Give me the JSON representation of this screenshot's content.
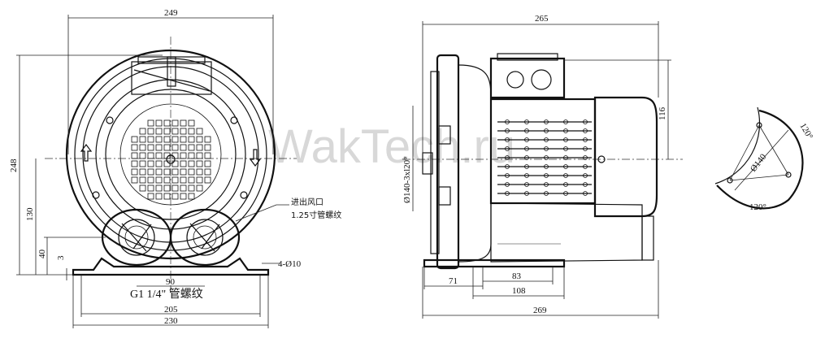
{
  "watermark": "WakTech.ru",
  "front_view": {
    "dim_width_top": "249",
    "dim_height": "248",
    "dim_130": "130",
    "dim_40": "40",
    "dim_3": "3",
    "dim_90": "90",
    "dim_205": "205",
    "dim_230": "230",
    "holes": "4-Ø10",
    "inlet_note_line1": "进出风口",
    "inlet_note_line2": "1.25寸管螺纹",
    "thread_label": "G1 1/4\" 管螺纹"
  },
  "side_view": {
    "dim_265": "265",
    "dim_116": "116",
    "dim_flange": "Ø140-3xl20°",
    "dim_71": "71",
    "dim_83": "83",
    "dim_108": "108",
    "dim_269": "269"
  },
  "flange_view": {
    "dim_diameter": "Ø140",
    "angle_right": "120°",
    "angle_bottom": "120°"
  }
}
